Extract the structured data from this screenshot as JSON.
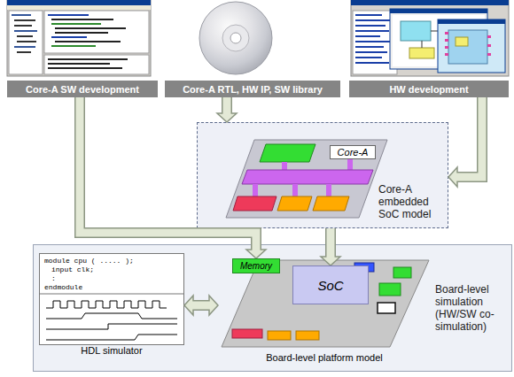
{
  "diagram": {
    "nodes": [
      {
        "text": [
          "Core-A SW development"
        ]
      },
      {
        "text": [
          "Core-A RTL, HW IP, SW library"
        ]
      },
      {
        "text": [
          "HW development"
        ]
      },
      {
        "text": [
          "Core-A embedded SoC model"
        ]
      },
      {
        "text": [
          "Core-A"
        ],
        "in": 3
      },
      {
        "text": [
          "Board-level simulation (HW/SW co-simulation)"
        ]
      },
      {
        "text": [
          "module cpu ( ..... );",
          "input clk;",
          ":",
          "endmodule",
          "HDL simulator"
        ],
        "in": 5
      },
      {
        "text": [
          "Board-level platform model"
        ],
        "in": 5
      },
      {
        "text": [
          "Memory"
        ],
        "in": 7
      },
      {
        "text": [
          "SoC"
        ],
        "in": 7
      }
    ],
    "edges": [
      {
        "from": 0,
        "to": 8,
        "arrow": "to"
      },
      {
        "from": 1,
        "to": 3,
        "arrow": "to"
      },
      {
        "from": 2,
        "to": 3,
        "arrow": "to"
      },
      {
        "from": 3,
        "to": 9,
        "arrow": "to"
      },
      {
        "from": 6,
        "to": 7,
        "arrow": "both"
      }
    ]
  }
}
